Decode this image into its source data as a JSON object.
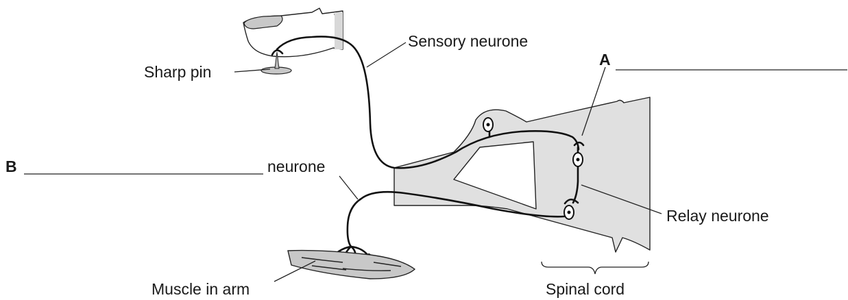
{
  "labels": {
    "sensory_neurone": "Sensory neurone",
    "sharp_pin": "Sharp pin",
    "letter_a": "A",
    "letter_b": "B",
    "neurone": "neurone",
    "relay_neurone": "Relay neurone",
    "muscle_in_arm": "Muscle in arm",
    "spinal_cord": "Spinal cord"
  },
  "colors": {
    "tissue_fill": "#e0e0e0",
    "muscle_fill": "#c8c8c8",
    "line": "#222222",
    "nerve": "#111111"
  }
}
